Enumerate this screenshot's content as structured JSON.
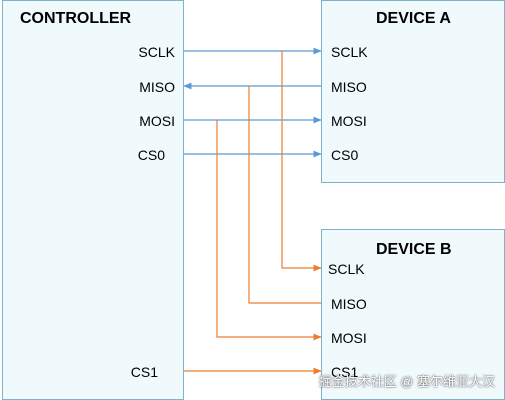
{
  "controller": {
    "title": "CONTROLLER",
    "pins": [
      "SCLK",
      "MISO",
      "MOSI",
      "CS0",
      "CS1"
    ]
  },
  "device_a": {
    "title": "DEVICE A",
    "pins": [
      "SCLK",
      "MISO",
      "MOSI",
      "CS0"
    ]
  },
  "device_b": {
    "title": "DEVICE B",
    "pins": [
      "SCLK",
      "MISO",
      "MOSI",
      "CS1"
    ]
  },
  "watermark": "掘金技术社区 @ 塞尔维亚大汉",
  "colors": {
    "device_a_link": "#5b9bd5",
    "device_b_link": "#ed7d31",
    "block_fill": "#f0f9fb",
    "block_border": "#7db3c8"
  }
}
